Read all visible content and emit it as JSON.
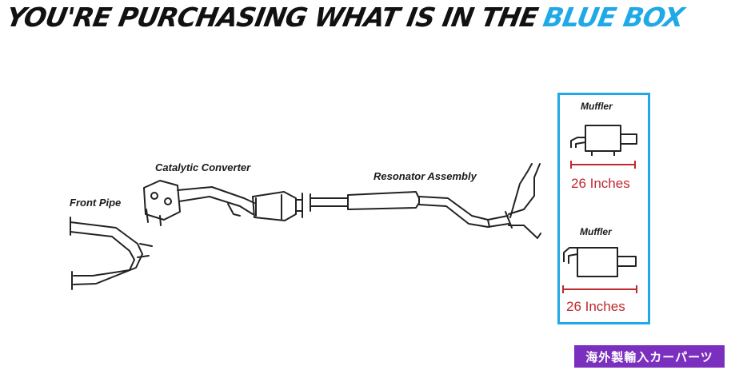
{
  "headline": {
    "main_text": "YOU'RE PURCHASING WHAT IS IN THE",
    "highlight_text": "BLUE BOX"
  },
  "labels": {
    "front_pipe": "Front Pipe",
    "catalytic_converter": "Catalytic Converter",
    "resonator_assembly": "Resonator Assembly"
  },
  "blue_box": {
    "mufflers": [
      {
        "label": "Muffler",
        "measurement": "26 Inches"
      },
      {
        "label": "Muffler",
        "measurement": "26 Inches"
      }
    ]
  },
  "badge": {
    "text": "海外製輸入カーパーツ"
  },
  "colors": {
    "accent": "#1fa9e6",
    "measure": "#c0282d",
    "badge": "#7b2fbe",
    "line": "#222222"
  },
  "icons": [
    "exhaust-system-diagram",
    "muffler-icon",
    "measurement-arrow-icon"
  ]
}
